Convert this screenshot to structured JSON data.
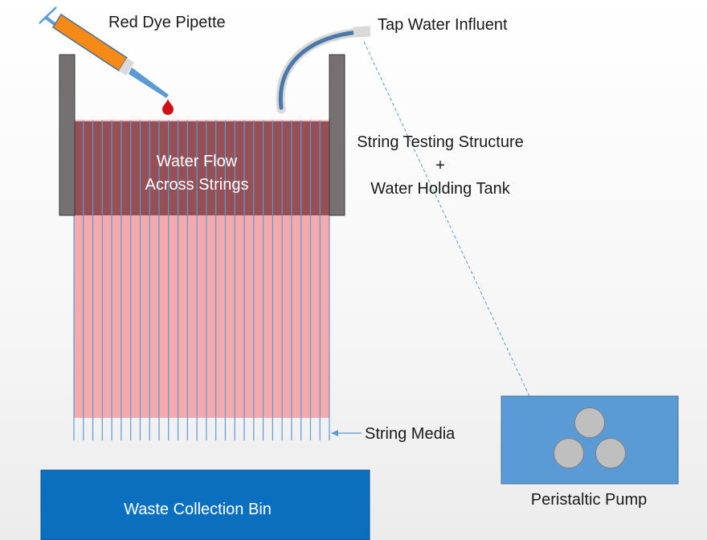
{
  "labels": {
    "pipette": "Red Dye Pipette",
    "influent": "Tap Water Influent",
    "structure_line1": "String Testing Structure",
    "structure_line2": "+",
    "structure_line3": "Water Holding Tank",
    "flow_line1": "Water Flow",
    "flow_line2": "Across Strings",
    "string_media": "String Media",
    "bin": "Waste Collection Bin",
    "pump": "Peristaltic Pump"
  },
  "colors": {
    "tank_wall": "#767171",
    "tank_water": "#954f55",
    "string_area": "#f4aaac",
    "string": "#5b9bd5",
    "pipette_body": "#f58a16",
    "dye_drop": "#d01018",
    "tube": "#4a78a8",
    "bin": "#0b6fbf",
    "pump": "#5b9bd5",
    "roller": "#bfbfbf"
  },
  "string_count": 28
}
